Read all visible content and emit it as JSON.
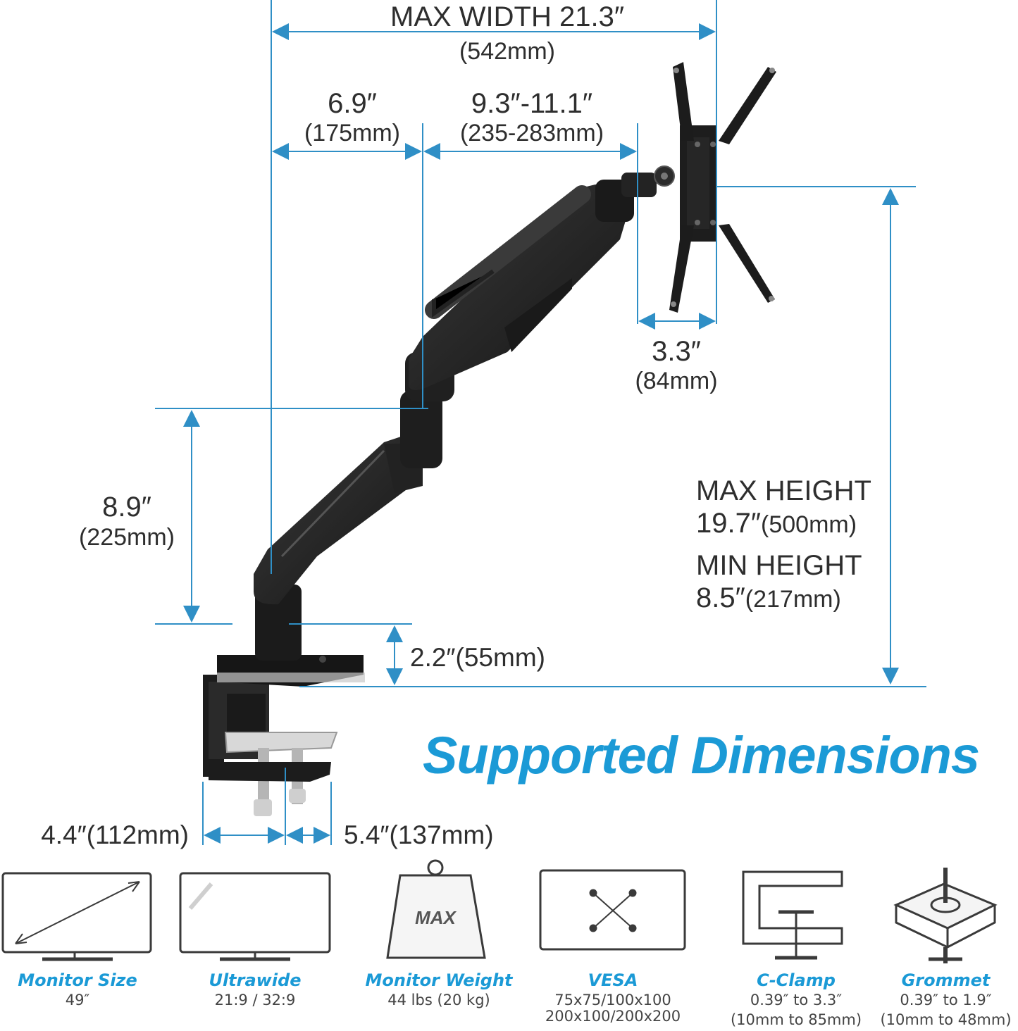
{
  "dimensions": {
    "max_width": "MAX WIDTH 21.3″",
    "max_width_mm": "(542mm)",
    "arm1": "6.9″",
    "arm1_mm": "(175mm)",
    "arm2": "9.3″-11.1″",
    "arm2_mm": "(235-283mm)",
    "vesa_offset": "3.3″",
    "vesa_offset_mm": "(84mm)",
    "pole_height": "8.9″",
    "pole_height_mm": "(225mm)",
    "max_height_label": "MAX HEIGHT",
    "max_height_in": "19.7″",
    "max_height_mm": "(500mm)",
    "min_height_label": "MIN HEIGHT",
    "min_height_in": "8.5″",
    "min_height_mm": "(217mm)",
    "base_height": "2.2″(55mm)",
    "clamp_depth_left": "4.4″(112mm)",
    "clamp_depth_right": "5.4″(137mm)"
  },
  "headline": "Supported Dimensions",
  "weight_badge": "MAX",
  "specs": [
    {
      "title": "Monitor Size",
      "lines": [
        "49″"
      ],
      "icon": "monitor-diagonal-icon"
    },
    {
      "title": "Ultrawide",
      "lines": [
        "21:9 / 32:9"
      ],
      "icon": "ultrawide-monitor-icon"
    },
    {
      "title": "Monitor Weight",
      "lines": [
        "44 lbs (20 kg)"
      ],
      "icon": "weight-icon"
    },
    {
      "title": "VESA",
      "lines": [
        "75x75/100x100",
        "200x100/200x200"
      ],
      "icon": "vesa-pattern-icon"
    },
    {
      "title": "C-Clamp",
      "lines": [
        "0.39″ to 3.3″",
        "(10mm to 85mm)"
      ],
      "icon": "c-clamp-icon"
    },
    {
      "title": "Grommet",
      "lines": [
        "0.39″ to 1.9″",
        "(10mm to 48mm)"
      ],
      "icon": "grommet-icon"
    }
  ],
  "colors": {
    "accent": "#1b9ad6",
    "arm": "#1e1e1e",
    "text": "#2e2e2e"
  }
}
